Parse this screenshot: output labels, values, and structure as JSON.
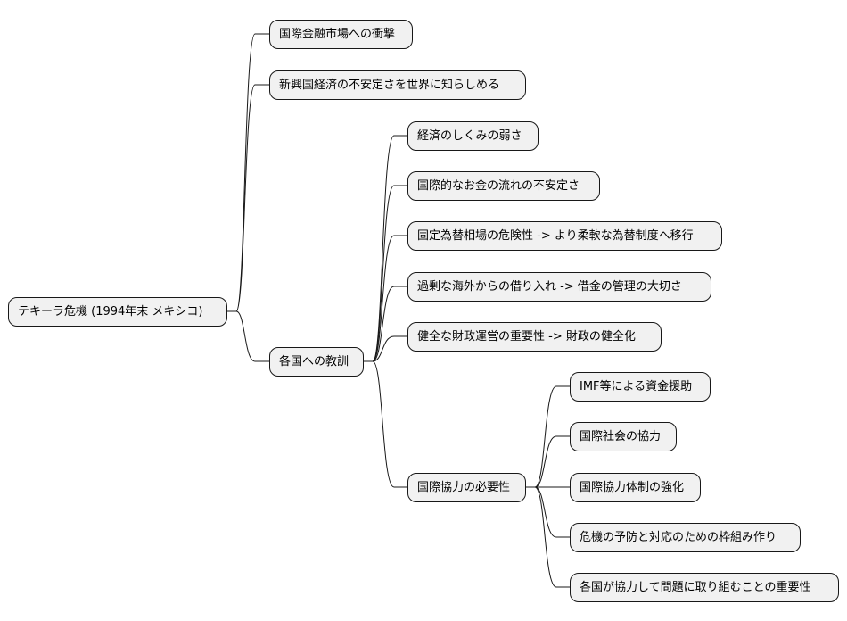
{
  "mindmap": {
    "root": {
      "label": "テキーラ危機 (1994年末 メキシコ)",
      "children": [
        {
          "label": "国際金融市場への衝撃"
        },
        {
          "label": "新興国経済の不安定さを世界に知らしめる"
        },
        {
          "label": "各国への教訓",
          "children": [
            {
              "label": "経済のしくみの弱さ"
            },
            {
              "label": "国際的なお金の流れの不安定さ"
            },
            {
              "label": "固定為替相場の危険性 -> より柔軟な為替制度へ移行"
            },
            {
              "label": "過剰な海外からの借り入れ -> 借金の管理の大切さ"
            },
            {
              "label": "健全な財政運営の重要性 -> 財政の健全化"
            },
            {
              "label": "国際協力の必要性",
              "children": [
                {
                  "label": "IMF等による資金援助"
                },
                {
                  "label": "国際社会の協力"
                },
                {
                  "label": "国際協力体制の強化"
                },
                {
                  "label": "危機の予防と対応のための枠組み作り"
                },
                {
                  "label": "各国が協力して問題に取り組むことの重要性"
                }
              ]
            }
          ]
        }
      ]
    }
  }
}
